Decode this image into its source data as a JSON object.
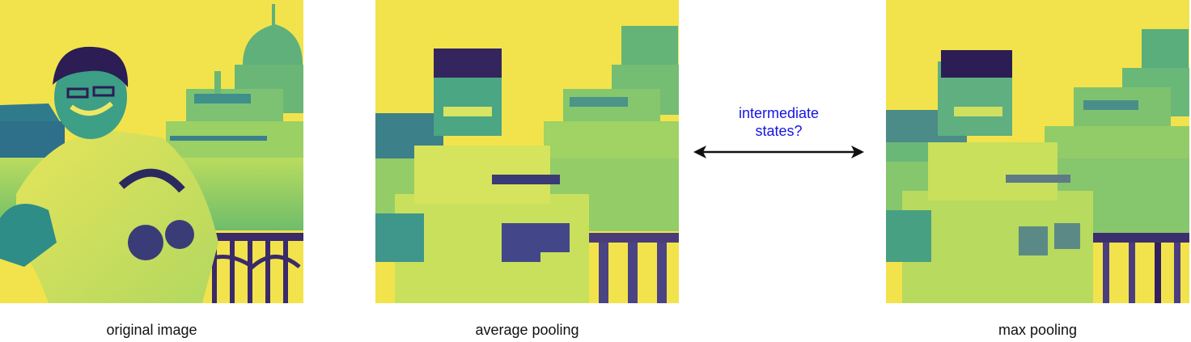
{
  "captions": {
    "original": "original image",
    "average": "average pooling",
    "max": "max pooling"
  },
  "middle_label": {
    "line1": "intermediate",
    "line2": "states?"
  },
  "colors": {
    "accent_text": "#1515e6",
    "arrow": "#111111",
    "sky_yellow": "#f2e34c",
    "deep_purple": "#32205e",
    "teal": "#3a8c8a",
    "mid_green": "#6ebd6a",
    "light_green": "#b6dc5c"
  }
}
